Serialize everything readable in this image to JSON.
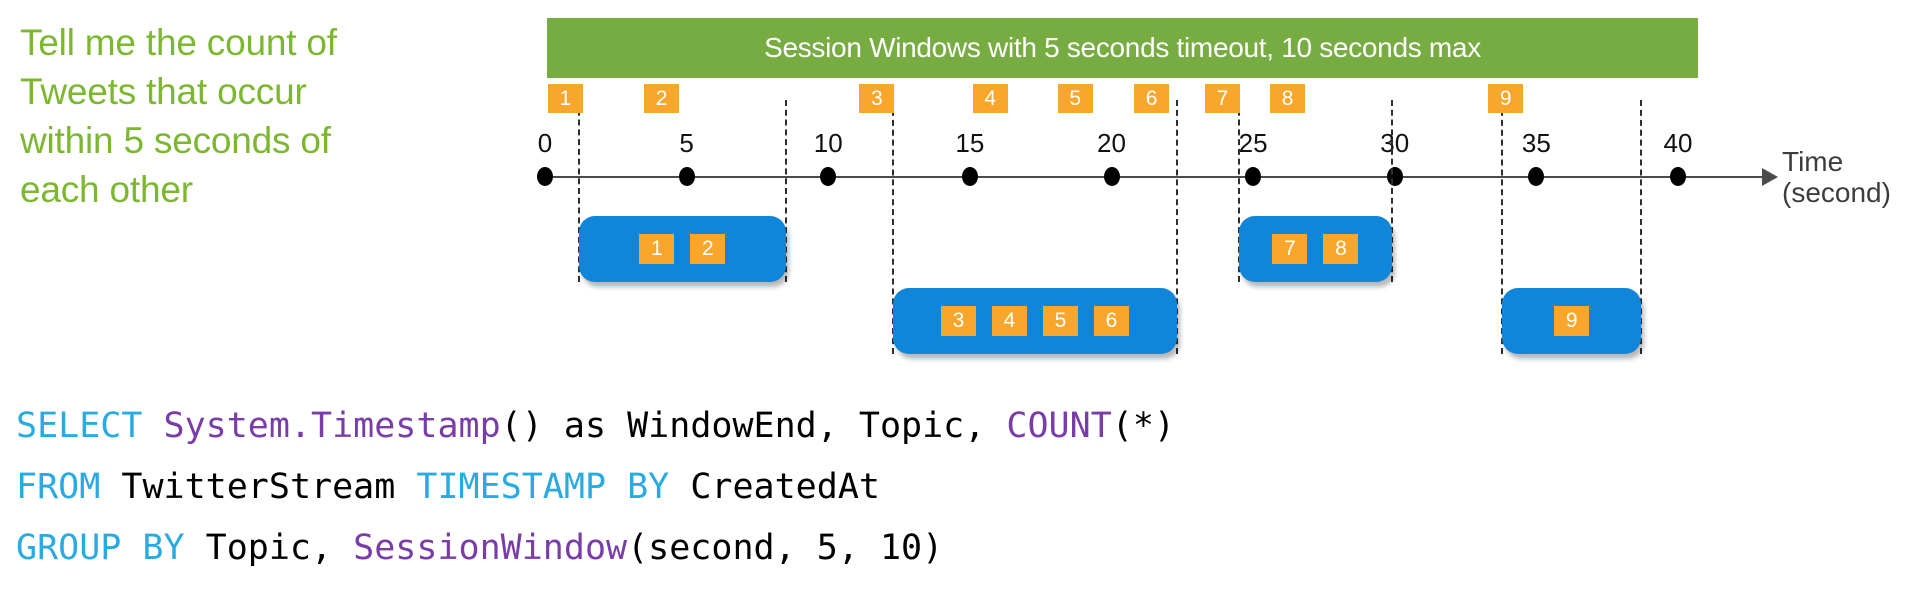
{
  "prompt": {
    "text": "Tell me the count of\nTweets that occur\nwithin 5 seconds of\neach other"
  },
  "banner": {
    "label": "Session Windows with 5 seconds timeout, 10 seconds max"
  },
  "axis": {
    "label_title": "Time",
    "label_unit": "(second)",
    "ticks": [
      0,
      5,
      10,
      15,
      20,
      25,
      30,
      35,
      40
    ],
    "range": [
      0,
      40
    ]
  },
  "events": [
    {
      "id": "1",
      "t": 0.7
    },
    {
      "id": "2",
      "t": 4.1
    },
    {
      "id": "3",
      "t": 11.7
    },
    {
      "id": "4",
      "t": 15.7
    },
    {
      "id": "5",
      "t": 18.7
    },
    {
      "id": "6",
      "t": 21.4
    },
    {
      "id": "7",
      "t": 23.9
    },
    {
      "id": "8",
      "t": 26.2
    },
    {
      "id": "9",
      "t": 33.9
    }
  ],
  "windows": [
    {
      "events": [
        "1",
        "2"
      ],
      "start": 1.2,
      "end": 8.5,
      "row": 1
    },
    {
      "events": [
        "3",
        "4",
        "5",
        "6"
      ],
      "start": 12.3,
      "end": 22.3,
      "row": 2
    },
    {
      "events": [
        "7",
        "8"
      ],
      "start": 24.5,
      "end": 29.9,
      "row": 1
    },
    {
      "events": [
        "9"
      ],
      "start": 33.8,
      "end": 38.7,
      "row": 2
    }
  ],
  "colors": {
    "accent_green_text": "#7cb82f",
    "banner_green": "#76ac41",
    "event_orange": "#f8a72c",
    "window_blue": "#1086db",
    "code_keyword_cyan": "#29abe2",
    "code_function_purple": "#7a3da8",
    "code_plain_black": "#000000"
  },
  "code": {
    "lines": [
      [
        {
          "text": "SELECT",
          "type": "keyword"
        },
        {
          "text": " ",
          "type": "plain"
        },
        {
          "text": "System.Timestamp",
          "type": "function"
        },
        {
          "text": "() as WindowEnd, Topic, ",
          "type": "plain"
        },
        {
          "text": "COUNT",
          "type": "function"
        },
        {
          "text": "(*)",
          "type": "plain"
        }
      ],
      [
        {
          "text": "FROM",
          "type": "keyword"
        },
        {
          "text": " TwitterStream ",
          "type": "plain"
        },
        {
          "text": "TIMESTAMP BY",
          "type": "keyword"
        },
        {
          "text": " CreatedAt",
          "type": "plain"
        }
      ],
      [
        {
          "text": "GROUP BY",
          "type": "keyword"
        },
        {
          "text": " Topic, ",
          "type": "plain"
        },
        {
          "text": "SessionWindow",
          "type": "function"
        },
        {
          "text": "(second, 5, 10)",
          "type": "plain"
        }
      ]
    ]
  }
}
